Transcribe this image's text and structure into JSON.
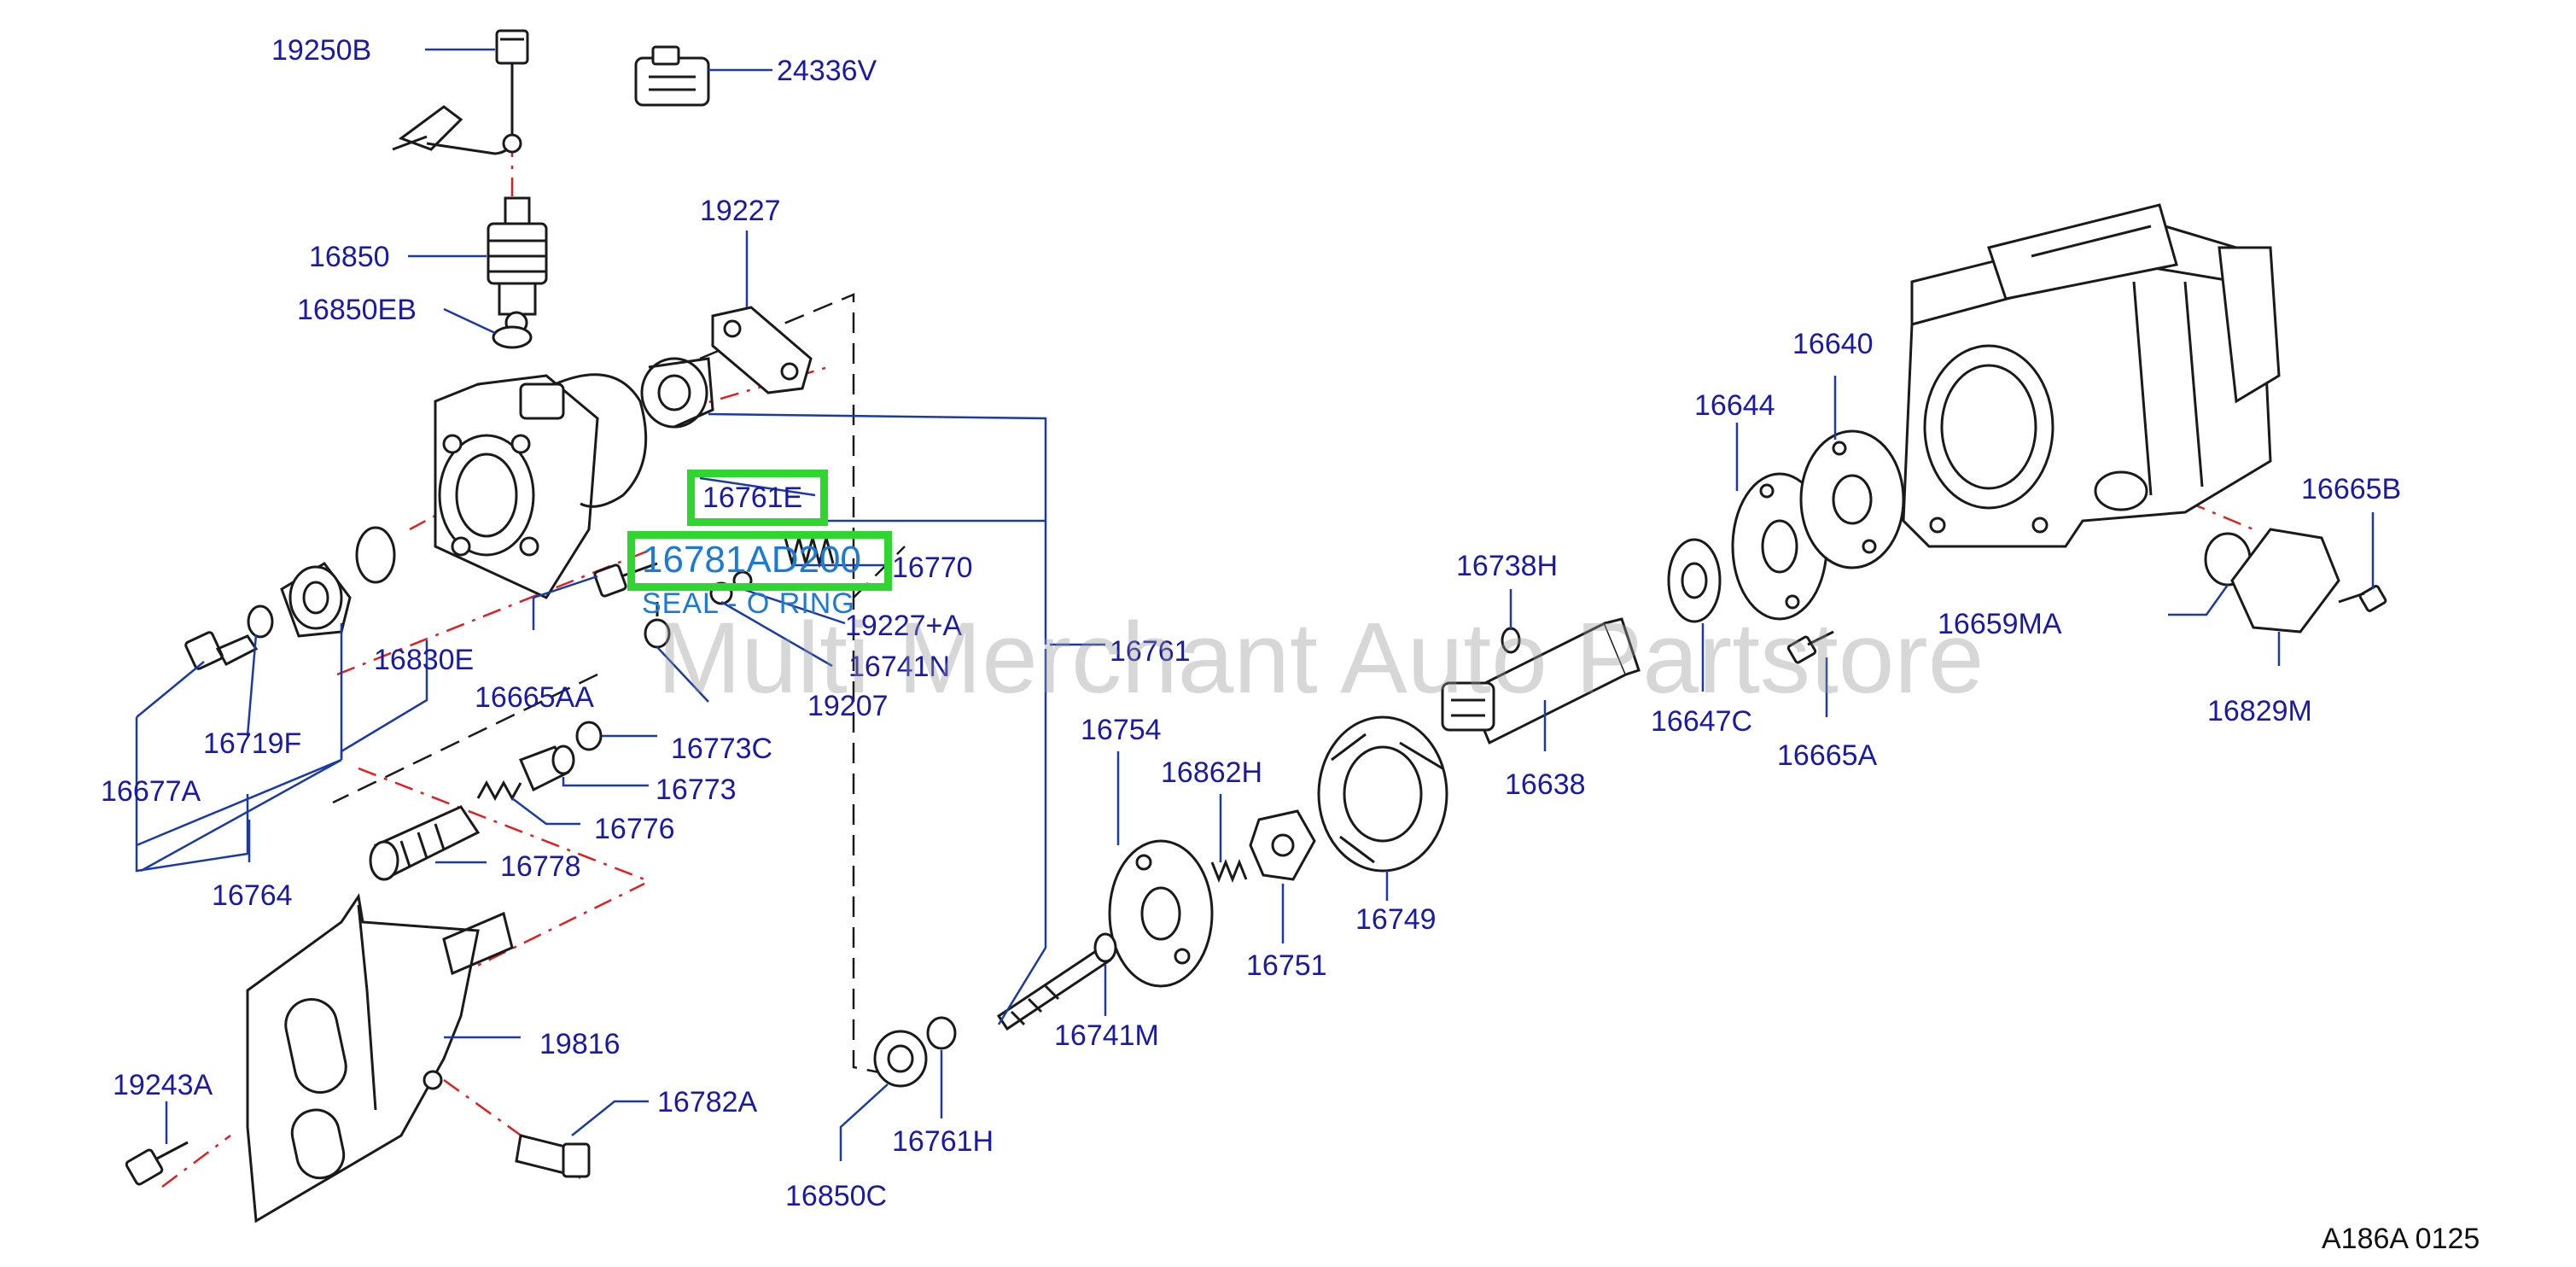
{
  "diagram": {
    "parts": [
      {
        "id": "p_19250B",
        "label": "19250B"
      },
      {
        "id": "p_24336V",
        "label": "24336V"
      },
      {
        "id": "p_16850",
        "label": "16850"
      },
      {
        "id": "p_16850EB",
        "label": "16850EB"
      },
      {
        "id": "p_19227",
        "label": "19227"
      },
      {
        "id": "p_16761E",
        "label": "16761E"
      },
      {
        "id": "p_16770",
        "label": "16770"
      },
      {
        "id": "p_19227A",
        "label": "19227+A"
      },
      {
        "id": "p_16741N",
        "label": "16741N"
      },
      {
        "id": "p_19207",
        "label": "19207"
      },
      {
        "id": "p_16665AA",
        "label": "16665AA"
      },
      {
        "id": "p_16830E",
        "label": "16830E"
      },
      {
        "id": "p_16719F",
        "label": "16719F"
      },
      {
        "id": "p_16677A",
        "label": "16677A"
      },
      {
        "id": "p_16764",
        "label": "16764"
      },
      {
        "id": "p_16773C",
        "label": "16773C"
      },
      {
        "id": "p_16773",
        "label": "16773"
      },
      {
        "id": "p_16776",
        "label": "16776"
      },
      {
        "id": "p_16778",
        "label": "16778"
      },
      {
        "id": "p_19816",
        "label": "19816"
      },
      {
        "id": "p_19243A",
        "label": "19243A"
      },
      {
        "id": "p_16782A",
        "label": "16782A"
      },
      {
        "id": "p_16761",
        "label": "16761"
      },
      {
        "id": "p_16754",
        "label": "16754"
      },
      {
        "id": "p_16862H",
        "label": "16862H"
      },
      {
        "id": "p_16751",
        "label": "16751"
      },
      {
        "id": "p_16749",
        "label": "16749"
      },
      {
        "id": "p_16741M",
        "label": "16741M"
      },
      {
        "id": "p_16761H",
        "label": "16761H"
      },
      {
        "id": "p_16850C",
        "label": "16850C"
      },
      {
        "id": "p_16738H",
        "label": "16738H"
      },
      {
        "id": "p_16638",
        "label": "16638"
      },
      {
        "id": "p_16647C",
        "label": "16647C"
      },
      {
        "id": "p_16665A",
        "label": "16665A"
      },
      {
        "id": "p_16644",
        "label": "16644"
      },
      {
        "id": "p_16640",
        "label": "16640"
      },
      {
        "id": "p_16665B",
        "label": "16665B"
      },
      {
        "id": "p_16659MA",
        "label": "16659MA"
      },
      {
        "id": "p_16829M",
        "label": "16829M"
      }
    ],
    "highlight": {
      "part_number": "16781AD200",
      "description": "SEAL - O RING"
    },
    "watermark": "Multi Merchant Auto Partstore",
    "diagram_code": "A186A  0125",
    "colors": {
      "label": "#1a1aa8",
      "highlight_box": "#2fd62f",
      "highlight_text": "#1a7ad6",
      "leader": "#1a3aa8",
      "axis_dash": "#e02020"
    }
  }
}
